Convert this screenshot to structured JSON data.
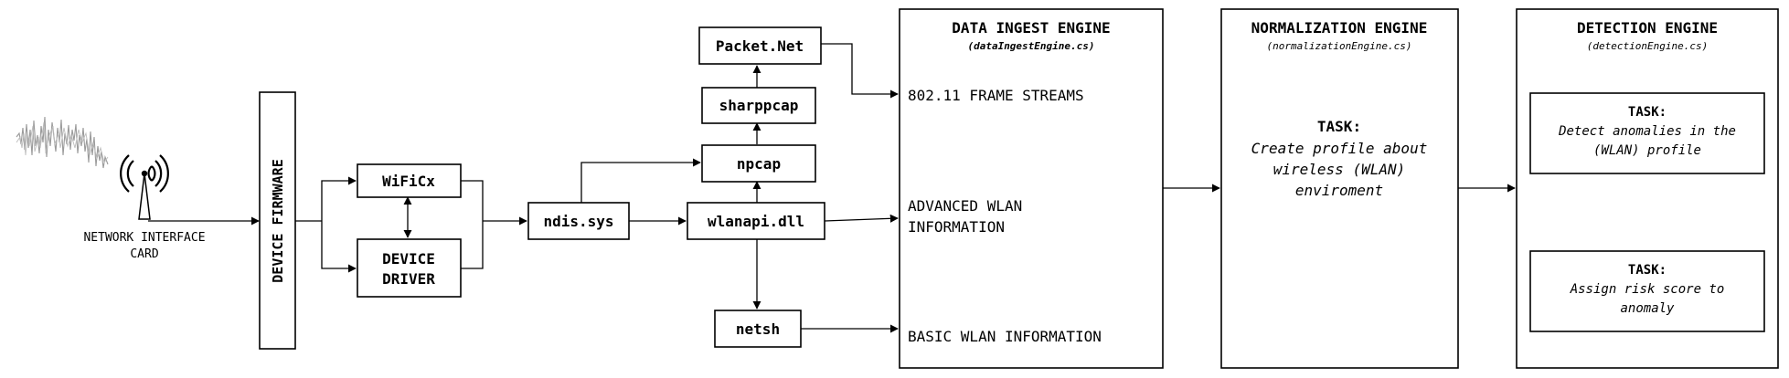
{
  "nic": {
    "label_line1": "NETWORK INTERFACE",
    "label_line2": "CARD"
  },
  "firmware": {
    "label": "DEVICE FIRMWARE"
  },
  "wificx": {
    "label": "WiFiCx"
  },
  "device_driver": {
    "label_line1": "DEVICE",
    "label_line2": "DRIVER"
  },
  "ndis": {
    "label": "ndis.sys"
  },
  "wlanapi": {
    "label": "wlanapi.dll"
  },
  "npcap": {
    "label": "npcap"
  },
  "sharppcap": {
    "label": "sharppcap"
  },
  "packetnet": {
    "label": "Packet.Net"
  },
  "netsh": {
    "label": "netsh"
  },
  "ingest": {
    "title": "DATA INGEST ENGINE",
    "file": "(dataIngestEngine.cs)",
    "frame_streams": "802.11 FRAME STREAMS",
    "advanced_line1": "ADVANCED WLAN",
    "advanced_line2": "INFORMATION",
    "basic": "BASIC WLAN INFORMATION"
  },
  "normalization": {
    "title": "NORMALIZATION ENGINE",
    "file": "(normalizationEngine.cs)",
    "task_label": "TASK:",
    "task_line1": "Create profile about",
    "task_line2": "wireless (WLAN)",
    "task_line3": "enviroment"
  },
  "detection": {
    "title": "DETECTION ENGINE",
    "file": "(detectionEngine.cs)",
    "task1_label": "TASK:",
    "task1_line1": "Detect anomalies in the",
    "task1_line2": "(WLAN) profile",
    "task2_label": "TASK:",
    "task2_line1": "Assign risk score to",
    "task2_line2": "anomaly"
  }
}
